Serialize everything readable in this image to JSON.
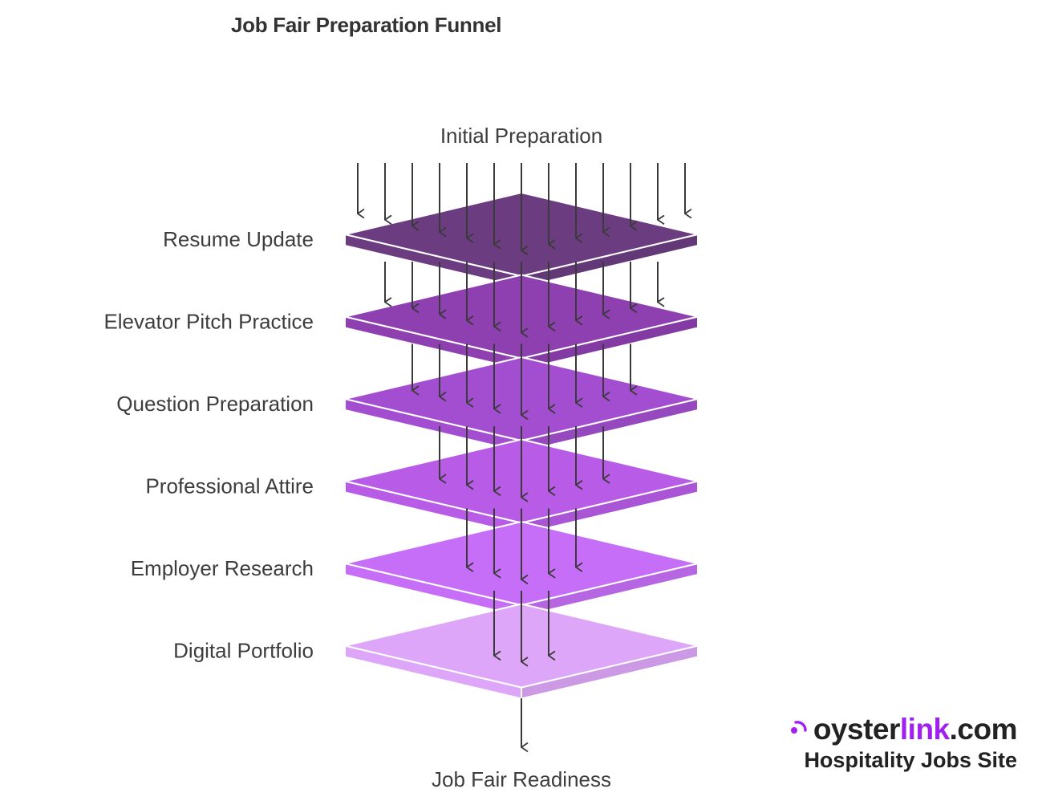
{
  "title": "Job Fair Preparation Funnel",
  "top_label": "Initial Preparation",
  "bottom_label": "Job Fair Readiness",
  "layers": [
    {
      "label": "Resume Update",
      "color": "#6b3d80",
      "arrows": 13
    },
    {
      "label": "Elevator Pitch Practice",
      "color": "#8e3fb0",
      "arrows": 11
    },
    {
      "label": "Question Preparation",
      "color": "#a34ed0",
      "arrows": 9
    },
    {
      "label": "Professional Attire",
      "color": "#b85ce8",
      "arrows": 7
    },
    {
      "label": "Employer Research",
      "color": "#c66ef7",
      "arrows": 5
    },
    {
      "label": "Digital Portfolio",
      "color": "#dea6f8",
      "arrows": 3
    }
  ],
  "brand": {
    "name_main": "oyster",
    "name_accent": "link",
    "name_suffix": ".com",
    "tagline": "Hospitality Jobs Site",
    "accent_color": "#a020f0"
  }
}
